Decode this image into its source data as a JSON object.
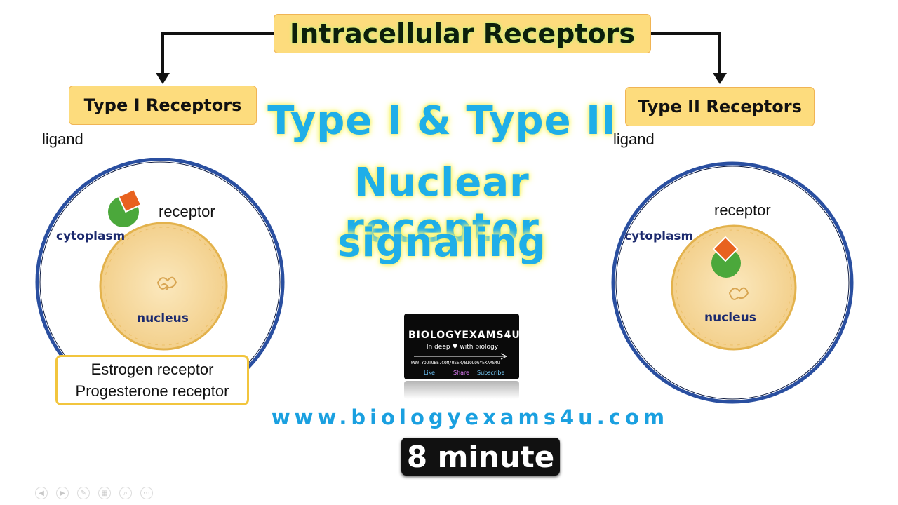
{
  "title": "Intracellular  Receptors",
  "type1": {
    "heading": "Type I Receptors",
    "ligand": "ligand",
    "receptor": "receptor",
    "cytoplasm": "cytoplasm",
    "nucleus": "nucleus",
    "examples": [
      "Estrogen receptor",
      "Progesterone receptor"
    ]
  },
  "type2": {
    "heading": "Type II Receptors",
    "ligand": "ligand",
    "receptor": "receptor",
    "cytoplasm": "cytoplasm",
    "nucleus": "nucleus"
  },
  "headline": [
    "Type I & Type II",
    "Nuclear receptor",
    "signaling"
  ],
  "logo": {
    "name": "BIOLOGYEXAMS4U",
    "tagline": "In deep ♥ with biology",
    "url": "WWW.YOUTUBE.COM/USER/BIOLOGYEXAMS4U",
    "actions": [
      "Like",
      "Share",
      "Subscribe"
    ]
  },
  "website": "www.biologyexams4u.com",
  "duration": "8 minute",
  "colors": {
    "box_fill": "#fddc7d",
    "headline": "#1faee8",
    "cell_border": "#2a4fa0",
    "nucleus_fill": "#f7dca0",
    "receptor_green": "#4ba83b",
    "ligand_orange": "#e8621f"
  },
  "controls": [
    "back-icon",
    "forward-icon",
    "pen-icon",
    "slides-icon",
    "zoom-icon",
    "more-icon"
  ]
}
